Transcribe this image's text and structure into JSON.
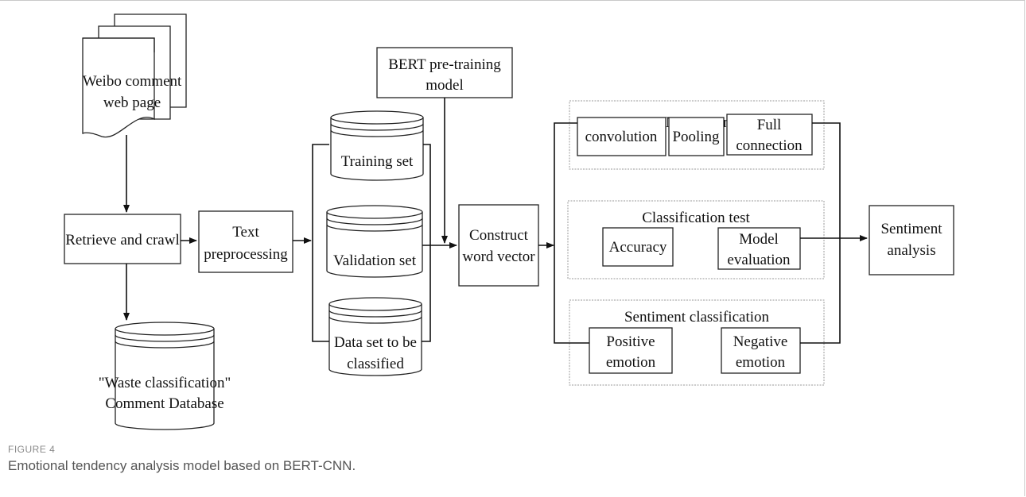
{
  "diagram": {
    "weibo_page": [
      "Weibo comment",
      "web page"
    ],
    "retrieve": "Retrieve and crawl",
    "database": [
      "\"Waste classification\"",
      "Comment Database"
    ],
    "text_pre": [
      "Text",
      "preprocessing"
    ],
    "bert": [
      "BERT pre-training",
      "model"
    ],
    "training_set": "Training set",
    "validation_set": "Validation set",
    "dataset_classified": [
      "Data set to be",
      "classified"
    ],
    "construct": [
      "Construct",
      "word vector"
    ],
    "cnn": {
      "title": "CNN training",
      "convolution": "convolution",
      "pooling": "Pooling",
      "full": [
        "Full",
        "connection"
      ]
    },
    "class_test": {
      "title": "Classification test",
      "accuracy": "Accuracy",
      "model_eval": [
        "Model",
        "evaluation"
      ]
    },
    "sent_class": {
      "title": "Sentiment classification",
      "positive": [
        "Positive",
        "emotion"
      ],
      "negative": [
        "Negative",
        "emotion"
      ]
    },
    "sentiment": [
      "Sentiment",
      "analysis"
    ]
  },
  "caption": {
    "label": "FIGURE 4",
    "text": "Emotional tendency analysis model based on BERT-CNN."
  }
}
